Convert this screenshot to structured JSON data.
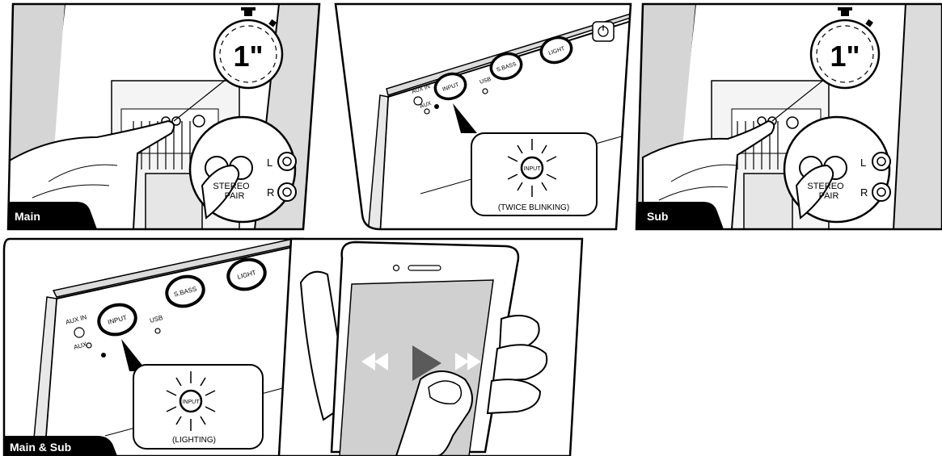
{
  "panels": {
    "main": {
      "tag": "Main",
      "timer": "1\"",
      "button_label_1": "STEREO",
      "button_label_2": "PAIR",
      "jack_l": "L",
      "jack_r": "R"
    },
    "input_blink": {
      "aux_in": "AUX IN",
      "aux": "AUX",
      "input": "INPUT",
      "usb": "USB",
      "sbass": "S.BASS",
      "light": "LIGHT",
      "callout_button": "INPUT",
      "caption": "(TWICE BLINKING)"
    },
    "sub": {
      "tag": "Sub",
      "timer": "1\"",
      "button_label_1": "STEREO",
      "button_label_2": "PAIR",
      "jack_l": "L",
      "jack_r": "R"
    },
    "input_light": {
      "tag": "Main & Sub",
      "aux_in": "AUX IN",
      "aux": "AUX",
      "input": "INPUT",
      "usb": "USB",
      "sbass": "S.BASS",
      "light": "LIGHT",
      "callout_button": "INPUT",
      "caption": "(LIGHTING)"
    },
    "phone": {
      "controls": [
        "rewind-icon",
        "play-icon",
        "fast-forward-icon"
      ]
    }
  }
}
